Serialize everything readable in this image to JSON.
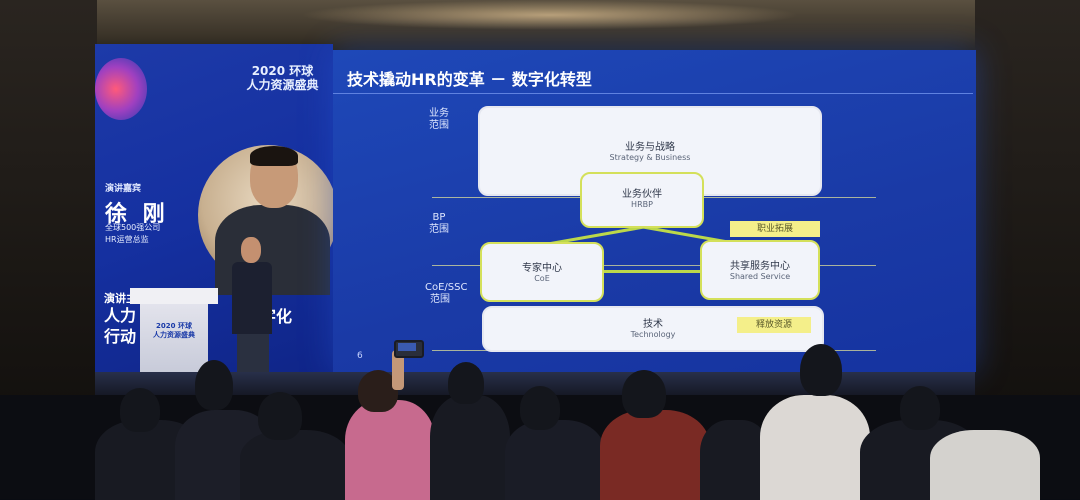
{
  "event": {
    "logo_line1": "2020 环球",
    "logo_line2": "人力资源盛典"
  },
  "speaker": {
    "label": "演讲嘉宾",
    "name": "徐 刚",
    "title_line1": "全球500强公司",
    "title_line2": "HR运营总监",
    "talk_line1": "演讲主",
    "talk_line2": "人力",
    "talk_line3": "行动",
    "talk_fragment": "字化"
  },
  "slide": {
    "title": "技术撬动HR的变革 － 数字化转型",
    "row_labels": [
      "业务范围",
      "BP范围",
      "CoE/SSC范围"
    ],
    "boxes": {
      "strategy": {
        "cn": "业务与战略",
        "en": "Strategy & Business"
      },
      "hrbp": {
        "cn": "业务伙伴",
        "en": "HRBP"
      },
      "coe": {
        "cn": "专家中心",
        "en": "CoE"
      },
      "ssc": {
        "cn": "共享服务中心",
        "en": "Shared Service"
      },
      "tech": {
        "cn": "技术",
        "en": "Technology"
      }
    },
    "tags": {
      "career": "职业拓展",
      "release": "释放资源"
    },
    "page_number": "6"
  },
  "colors": {
    "screen": "#1a3aa6",
    "accent_lime": "#d4e05a",
    "tag_yellow": "#f4ef8a"
  }
}
